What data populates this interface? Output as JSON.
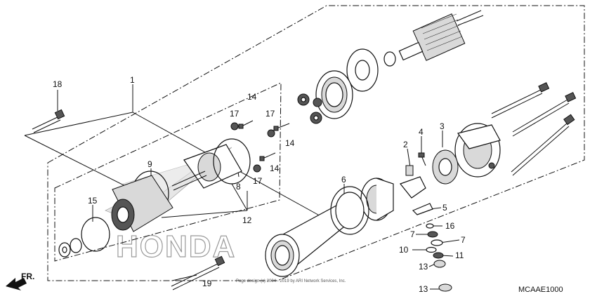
{
  "diagram": {
    "code": "MCAAE1000",
    "brand": "HONDA",
    "direction_label": "FR.",
    "copyright": "Page design (c) 2004 - 2019 by ARI Network Services, Inc."
  },
  "callouts": [
    {
      "id": "c1",
      "text": "1"
    },
    {
      "id": "c2",
      "text": "2"
    },
    {
      "id": "c3",
      "text": "3"
    },
    {
      "id": "c4",
      "text": "4"
    },
    {
      "id": "c5",
      "text": "5"
    },
    {
      "id": "c6",
      "text": "6"
    },
    {
      "id": "c7a",
      "text": "7"
    },
    {
      "id": "c7b",
      "text": "7"
    },
    {
      "id": "c8",
      "text": "8"
    },
    {
      "id": "c9",
      "text": "9"
    },
    {
      "id": "c10",
      "text": "10"
    },
    {
      "id": "c11",
      "text": "11"
    },
    {
      "id": "c12",
      "text": "12"
    },
    {
      "id": "c13a",
      "text": "13"
    },
    {
      "id": "c13b",
      "text": "13"
    },
    {
      "id": "c14a",
      "text": "14"
    },
    {
      "id": "c14b",
      "text": "14"
    },
    {
      "id": "c14c",
      "text": "14"
    },
    {
      "id": "c15",
      "text": "15"
    },
    {
      "id": "c16",
      "text": "16"
    },
    {
      "id": "c17a",
      "text": "17"
    },
    {
      "id": "c17b",
      "text": "17"
    },
    {
      "id": "c17c",
      "text": "17"
    },
    {
      "id": "c18",
      "text": "18"
    },
    {
      "id": "c19",
      "text": "19"
    }
  ]
}
